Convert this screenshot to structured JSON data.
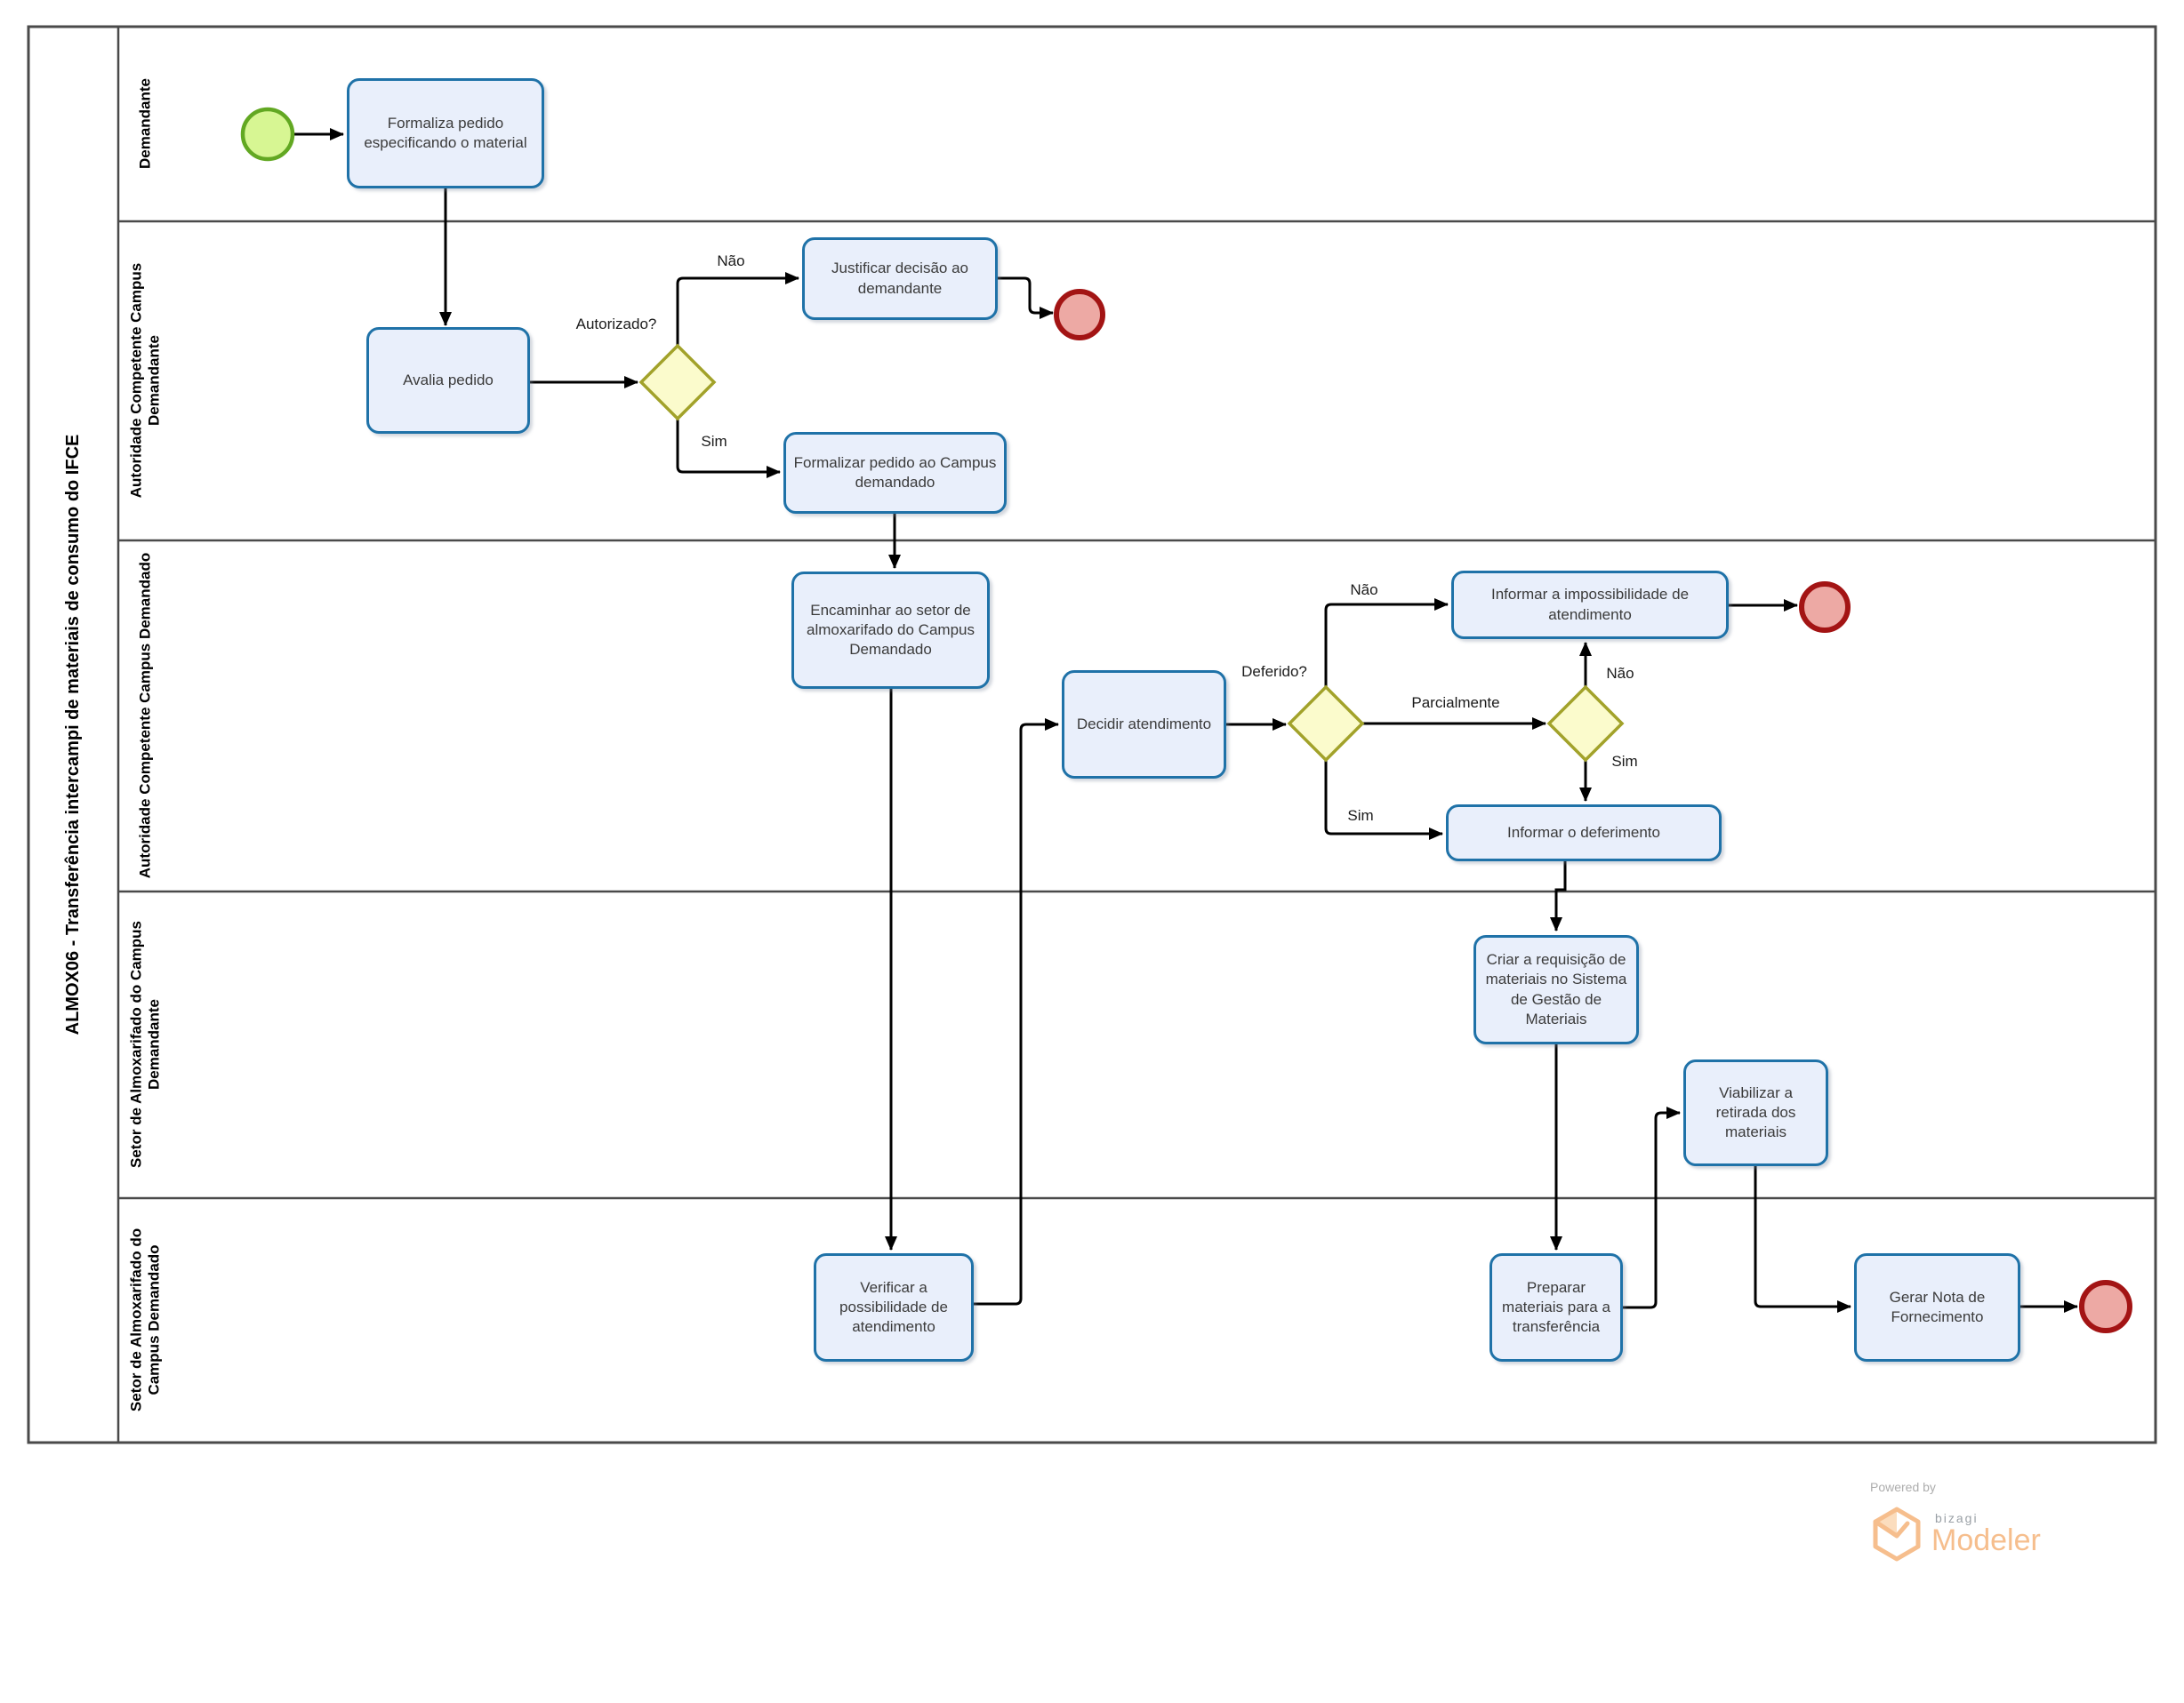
{
  "pool": {
    "title": "ALMOX06 - Transferência intercampi de materiais de consumo do IFCE"
  },
  "lanes": [
    {
      "label": "Demandante"
    },
    {
      "label": "Autoridade Competente Campus Demandante"
    },
    {
      "label": "Autoridade Competente Campus Demandado"
    },
    {
      "label": "Setor de Almoxarifado do Campus Demandante"
    },
    {
      "label": "Setor de Almoxarifado do Campus Demandado"
    }
  ],
  "tasks": {
    "formaliza": "Formaliza pedido especificando o material",
    "avalia": "Avalia pedido",
    "justificar": "Justificar decisão ao demandante",
    "formalizar": "Formalizar pedido ao Campus demandado",
    "encaminhar": "Encaminhar ao setor de almoxarifado do Campus Demandado",
    "decidir": "Decidir atendimento",
    "impossibilidade": "Informar a impossibilidade de atendimento",
    "deferimento": "Informar o deferimento",
    "criar": "Criar a requisição de materiais no Sistema de Gestão de Materiais",
    "viabilizar": "Viabilizar a retirada dos materiais",
    "verificar": "Verificar a possibilidade de atendimento",
    "preparar": "Preparar materiais para a transferência",
    "gerar": "Gerar Nota de Fornecimento"
  },
  "edge_labels": {
    "autorizado": "Autorizado?",
    "autorizado_nao": "Não",
    "autorizado_sim": "Sim",
    "deferido": "Deferido?",
    "deferido_nao": "Não",
    "deferido_parcialmente": "Parcialmente",
    "deferido_sim": "Sim",
    "parcial_nao": "Não",
    "parcial_sim": "Sim"
  },
  "footer": {
    "powered_by": "Powered by",
    "brand": "bizagi",
    "product": "Modeler"
  },
  "colors": {
    "task-fill": "#E9EFFB",
    "task-border": "#1F72A8",
    "gw-fill": "#FBFBCC",
    "gw-border": "#A2A22A",
    "start-fill": "#D7F693",
    "start-border": "#62A822",
    "end-fill": "#EDA9A4",
    "end-border": "#A31414",
    "line": "#000000",
    "lane-border": "#4A4A4A",
    "text": "#3B3B3B",
    "brand-orange": "#F6BE8D",
    "brand-gray": "#9AA0A6"
  }
}
